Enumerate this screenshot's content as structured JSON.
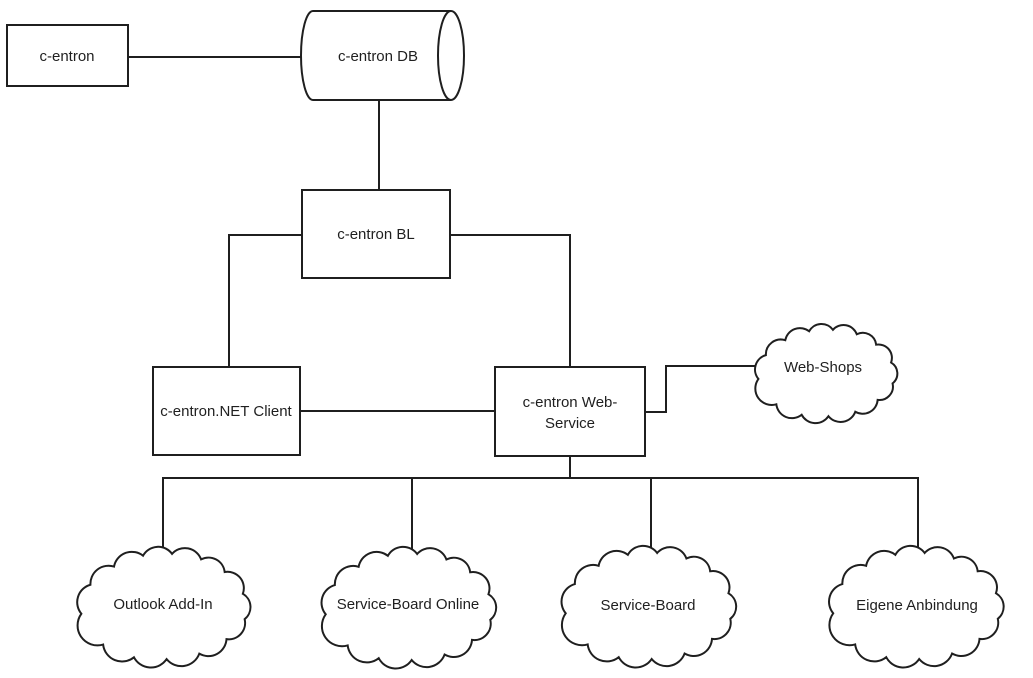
{
  "diagram": {
    "background_color": "#ffffff",
    "stroke_color": "#1f1f1f",
    "text_color": "#1f1f1f",
    "nodes": {
      "c_entron": {
        "label": "c-entron",
        "shape": "rectangle"
      },
      "c_entron_db": {
        "label": "c-entron DB",
        "shape": "cylinder"
      },
      "c_entron_bl": {
        "label": "c-entron BL",
        "shape": "rectangle"
      },
      "net_client": {
        "label": "c-entron.NET Client",
        "shape": "rectangle"
      },
      "web_service": {
        "label_line1": "c-entron Web-",
        "label_line2": "Service",
        "shape": "rectangle"
      },
      "web_shops": {
        "label": "Web-Shops",
        "shape": "cloud"
      },
      "outlook_addin": {
        "label": "Outlook Add-In",
        "shape": "cloud"
      },
      "service_board_online": {
        "label": "Service-Board Online",
        "shape": "cloud"
      },
      "service_board": {
        "label": "Service-Board",
        "shape": "cloud"
      },
      "eigene_anbindung": {
        "label": "Eigene Anbindung",
        "shape": "cloud"
      }
    },
    "edges": [
      {
        "from": "c_entron",
        "to": "c_entron_db"
      },
      {
        "from": "c_entron_db",
        "to": "c_entron_bl"
      },
      {
        "from": "c_entron_bl",
        "to": "net_client"
      },
      {
        "from": "c_entron_bl",
        "to": "web_service"
      },
      {
        "from": "net_client",
        "to": "web_service"
      },
      {
        "from": "web_service",
        "to": "web_shops"
      },
      {
        "from": "web_service",
        "to": "outlook_addin"
      },
      {
        "from": "web_service",
        "to": "service_board_online"
      },
      {
        "from": "web_service",
        "to": "service_board"
      },
      {
        "from": "web_service",
        "to": "eigene_anbindung"
      }
    ]
  }
}
